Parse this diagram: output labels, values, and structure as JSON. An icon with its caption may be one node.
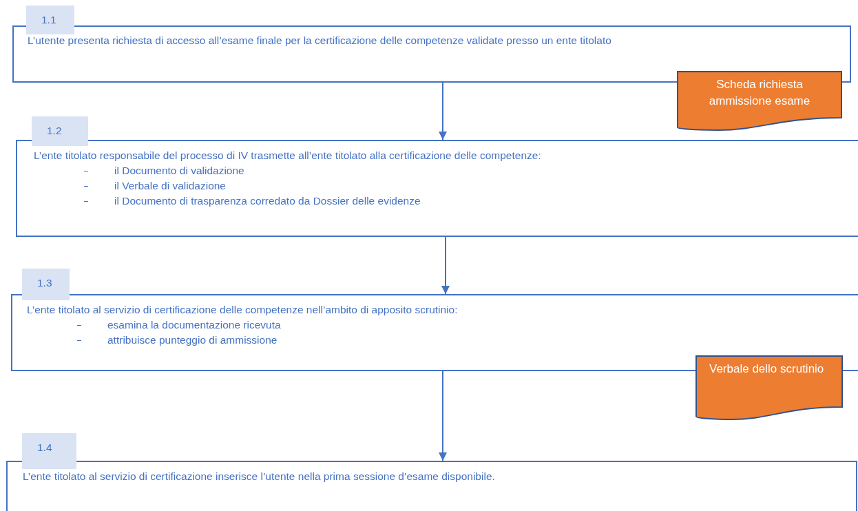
{
  "diagram": {
    "nodes": [
      {
        "text": [
          "1.1"
        ]
      },
      {
        "text": [
          "L’utente presenta richiesta di accesso all’esame finale per la certificazione delle competenze validate presso un ente titolato"
        ]
      },
      {
        "text": [
          "Scheda richiesta ammissione esame"
        ]
      },
      {
        "text": [
          "1.2"
        ]
      },
      {
        "text": [
          "L’ente titolato responsabile del processo di IV trasmette all’ente titolato alla certificazione delle competenze:",
          "il Documento di validazione",
          "il Verbale di validazione",
          "il Documento di trasparenza corredato da Dossier delle evidenze"
        ]
      },
      {
        "text": [
          "1.3"
        ]
      },
      {
        "text": [
          "L’ente titolato al servizio di certificazione delle competenze nell’ambito di apposito scrutinio:",
          "esamina la documentazione ricevuta",
          "attribuisce punteggio di ammissione"
        ]
      },
      {
        "text": [
          "Verbale dello scrutinio"
        ]
      },
      {
        "text": [
          "1.4"
        ]
      },
      {
        "text": [
          "L’ente titolato al servizio di certificazione inserisce l’utente nella prima sessione d’esame disponibile."
        ]
      }
    ],
    "edges": [
      {
        "from": 1,
        "to": 4,
        "arrow": "to"
      },
      {
        "from": 4,
        "to": 6,
        "arrow": "to"
      },
      {
        "from": 6,
        "to": 9,
        "arrow": "to"
      }
    ]
  }
}
